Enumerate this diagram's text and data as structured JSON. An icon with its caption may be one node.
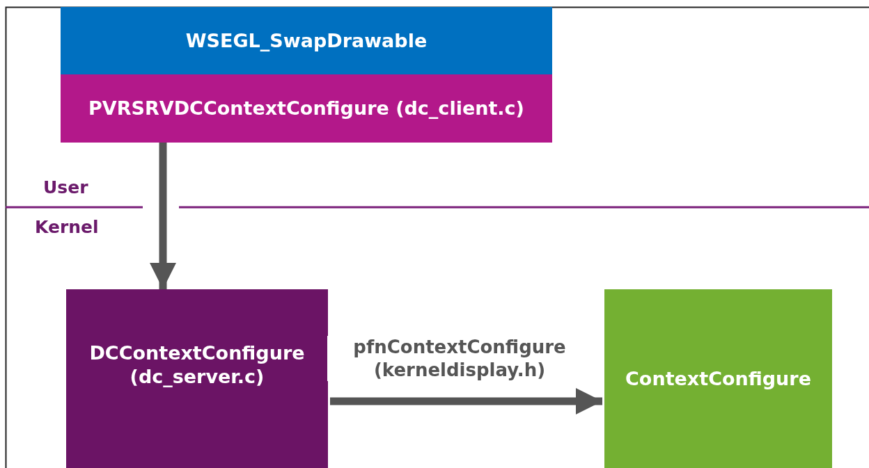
{
  "diagram": {
    "nodes": [
      {
        "text": [
          "WSEGL_SwapDrawable"
        ]
      },
      {
        "text": [
          "PVRSRVDCContextConfigure (dc_client.c)"
        ]
      },
      {
        "text": [
          "DCContextConfigure (dc_server.c)"
        ]
      },
      {
        "text": [
          "ContextConfigure"
        ]
      }
    ],
    "edges": [
      {
        "from": 1,
        "to": 2,
        "arrow": "to"
      },
      {
        "from": 2,
        "to": 3,
        "arrow": "to",
        "label": "pfnContextConfigure (kerneldisplay.h)"
      }
    ],
    "labels": [
      "User",
      "Kernel"
    ]
  }
}
